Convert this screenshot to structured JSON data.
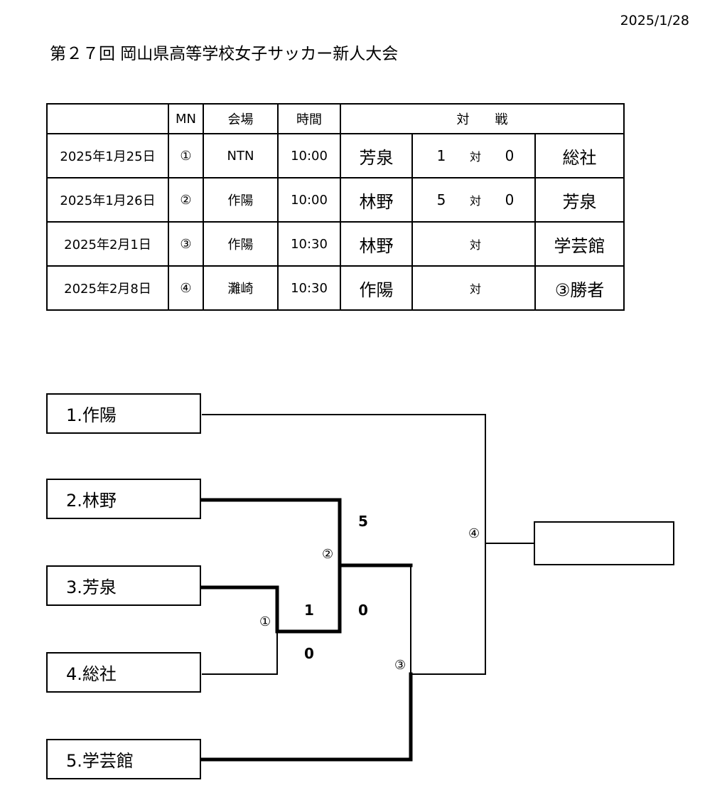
{
  "date": "2025/1/28",
  "title": "第２７回 岡山県高等学校女子サッカー新人大会",
  "table": {
    "headers": [
      "",
      "MN",
      "会場",
      "時間",
      "対　　戦"
    ],
    "rows": [
      {
        "date": "2025年1月25日",
        "mn": "①",
        "venue": "NTN",
        "time": "10:00",
        "home": "芳泉",
        "home_score": "1",
        "vs": "対",
        "away_score": "0",
        "away": "総社"
      },
      {
        "date": "2025年1月26日",
        "mn": "②",
        "venue": "作陽",
        "time": "10:00",
        "home": "林野",
        "home_score": "5",
        "vs": "対",
        "away_score": "0",
        "away": "芳泉"
      },
      {
        "date": "2025年2月1日",
        "mn": "③",
        "venue": "作陽",
        "time": "10:30",
        "home": "林野",
        "home_score": "",
        "vs": "対",
        "away_score": "",
        "away": "学芸館"
      },
      {
        "date": "2025年2月8日",
        "mn": "④",
        "venue": "灘崎",
        "time": "10:30",
        "home": "作陽",
        "home_score": "",
        "vs": "対",
        "away_score": "",
        "away": "③勝者"
      }
    ]
  },
  "bracket": {
    "teams": [
      "1.作陽",
      "2.林野",
      "3.芳泉",
      "4.総社",
      "5.学芸館"
    ],
    "match_labels": [
      "①",
      "②",
      "③",
      "④"
    ],
    "scores": {
      "m1_top": "1",
      "m1_bottom": "0",
      "m2_top": "5",
      "m2_bottom": "0"
    },
    "winner": ""
  }
}
